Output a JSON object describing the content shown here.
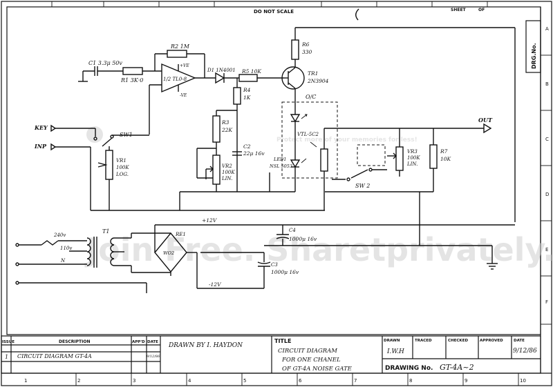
{
  "top_strip": {
    "no_scale": "DO NOT SCALE",
    "sheet": "SHEET",
    "of": "OF"
  },
  "side": {
    "drg_no": "DRG.No."
  },
  "border": {
    "letters": [
      "A",
      "B",
      "C",
      "D",
      "E",
      "F"
    ],
    "numbers": [
      "1",
      "2",
      "3",
      "4",
      "5",
      "6",
      "7",
      "8",
      "9",
      "10"
    ]
  },
  "components": {
    "c1": "C1 3.3μ 50v",
    "r1": "R1 3K·0",
    "r2": "R2 1M",
    "ic": "1/2 TL0-8",
    "pve": "+VE",
    "nve": "-VE",
    "d1": "D1 1N4001",
    "r5": "R5 10K",
    "r6": "R6",
    "r6v": "330",
    "tr1": "TR1",
    "tr1v": "2N3904",
    "r4": "R4",
    "r4v": "1K",
    "r3": "R3",
    "r3v": "22K",
    "c2": "C2",
    "c2v": "22μ 16v",
    "vr2": "VR2",
    "vr2a": "100K",
    "vr2b": "LIN.",
    "sw1": "SW1",
    "vr1": "VR1",
    "vr1a": "100K",
    "vr1b": "LOG.",
    "key": "KEY",
    "inp": "INP",
    "oc": "O/C",
    "vtl": "VTL-5C2",
    "led": "LED1",
    "ledv": "NSL 5053",
    "vr3": "VR3",
    "vr3a": "100K",
    "vr3b": "LIN.",
    "r7": "R7",
    "r7v": "10K",
    "sw2": "SW 2",
    "out": "OUT",
    "t1": "T1",
    "v240": "240v",
    "v110": "110v",
    "n": "N",
    "re1": "RE1",
    "w02": "WO2",
    "p12": "+12V",
    "n12": "-12V",
    "c4": "C4",
    "c4v": "1000μ 16v",
    "c3": "C3",
    "c3v": "1000μ 16v"
  },
  "watermark": "Protect more of your memories for less!",
  "watermark_brand": "Join Free. Sharetprivately.",
  "title_block": {
    "issue_h": "ISSUE",
    "desc_h": "DESCRIPTION",
    "appd_h": "APP'D",
    "date_h": "DATE",
    "row_issue": "1",
    "row_desc": "CIRCUIT DIAGRAM GT-4A",
    "row_date": "9/12/86",
    "drawn_by": "DRAWN BY I. HAYDON",
    "title_h": "TITLE",
    "title_1": "CIRCUIT DIAGRAM",
    "title_2": "FOR ONE CHANEL",
    "title_3": "OF GT-4A NOISE GATE",
    "drawn_h": "DRAWN",
    "drawn_v": "I.W.H",
    "traced_h": "TRACED",
    "checked_h": "CHECKED",
    "approved_h": "APPROVED",
    "date2_h": "DATE",
    "date2_v": "9/12/86",
    "drawing_no_h": "DRAWING No.",
    "drawing_no_v": "GT-4A~2"
  }
}
